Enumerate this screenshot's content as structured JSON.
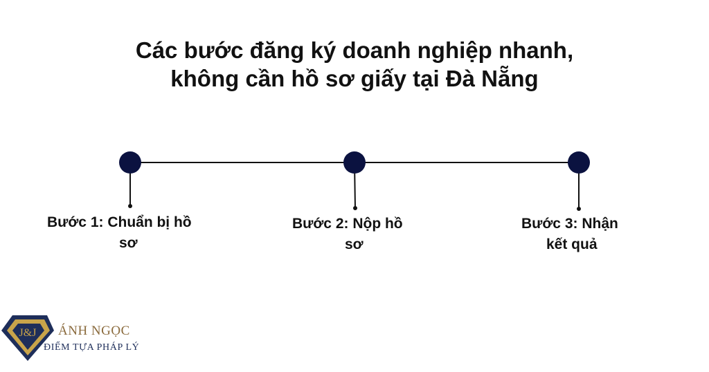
{
  "title": {
    "line1": "Các bước đăng ký doanh nghiệp nhanh,",
    "line2": "không cần hồ sơ giấy tại Đà Nẵng"
  },
  "steps": [
    {
      "line1": "Bước 1: Chuẩn bị hồ",
      "line2": "sơ"
    },
    {
      "line1": "Bước 2: Nộp hồ",
      "line2": "sơ"
    },
    {
      "line1": "Bước 3: Nhận",
      "line2": "kết quả"
    }
  ],
  "logo": {
    "name": "ÁNH NGỌC",
    "tagline": "ĐIỂM TỰA PHÁP LÝ",
    "monogram": "J&J"
  },
  "colors": {
    "node": "#0b1240",
    "line": "#111111",
    "text": "#111111",
    "logo_gold": "#8a6a3c",
    "logo_navy": "#1e2e5a"
  }
}
